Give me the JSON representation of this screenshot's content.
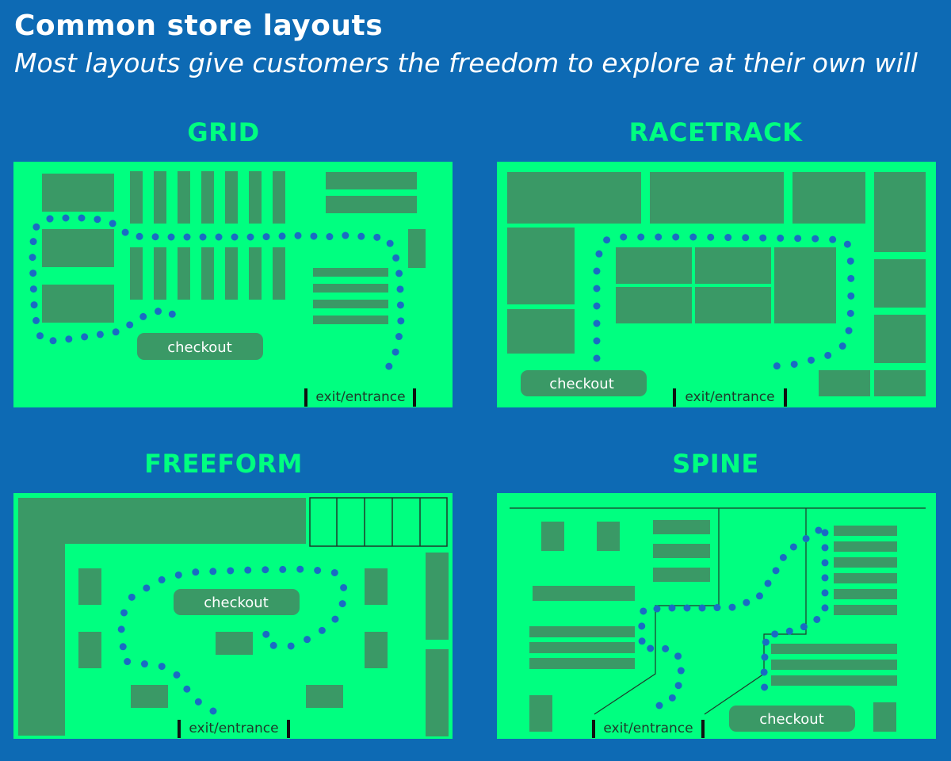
{
  "title": "Common store layouts",
  "subtitle": "Most layouts give customers the freedom to explore at their own will",
  "colors": {
    "background": "#0d6ab4",
    "floor": "#00ff80",
    "shelf": "#3a9966",
    "path_dot": "#1a6bc4",
    "title_text": "#ffffff",
    "panel_title": "#00ff80"
  },
  "panels": {
    "grid": {
      "title": "GRID",
      "checkout": "checkout",
      "entrance": "exit/entrance"
    },
    "racetrack": {
      "title": "RACETRACK",
      "checkout": "checkout",
      "entrance": "exit/entrance"
    },
    "freeform": {
      "title": "FREEFORM",
      "checkout": "checkout",
      "entrance": "exit/entrance"
    },
    "spine": {
      "title": "SPINE",
      "checkout": "checkout",
      "entrance": "exit/entrance"
    }
  }
}
